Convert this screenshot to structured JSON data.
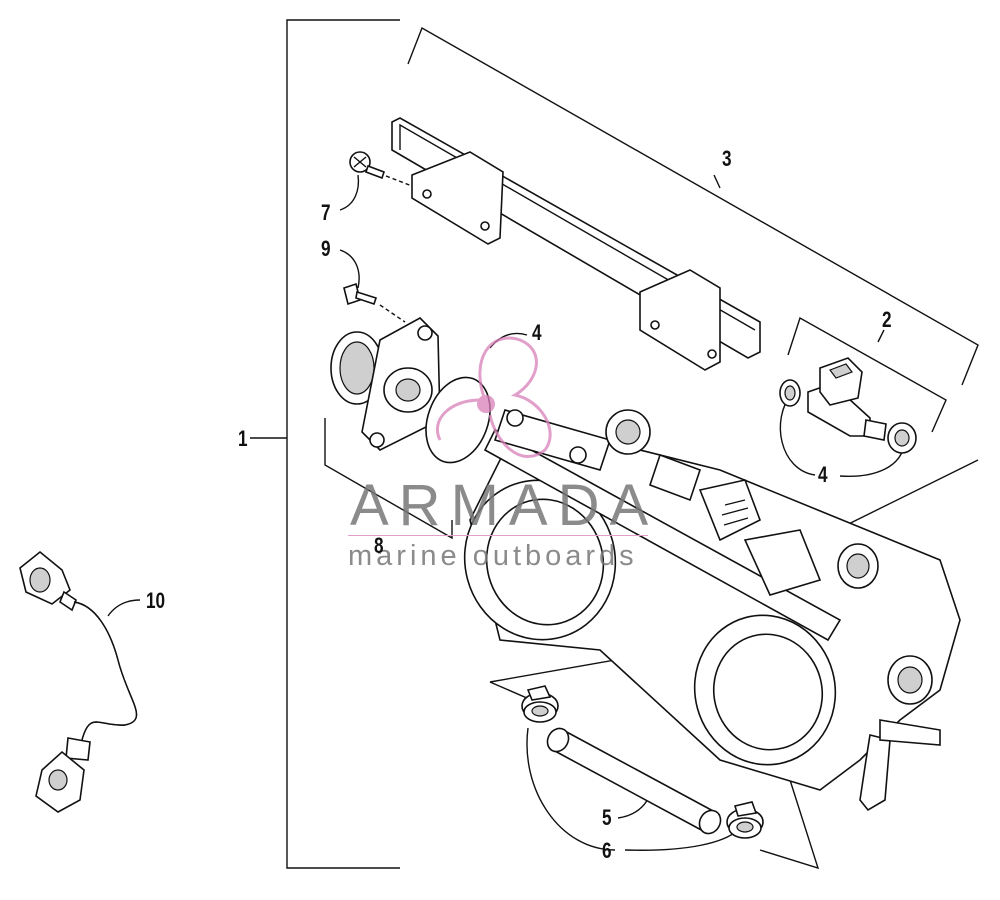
{
  "callouts": {
    "c1": "1",
    "c2": "2",
    "c3": "3",
    "c4a": "4",
    "c4b": "4",
    "c5": "5",
    "c6": "6",
    "c7": "7",
    "c8": "8",
    "c9": "9",
    "c10": "10"
  },
  "watermark": {
    "brand": "ARMADA",
    "tagline": "marine outboards",
    "accent_color": "#d77fb8"
  }
}
